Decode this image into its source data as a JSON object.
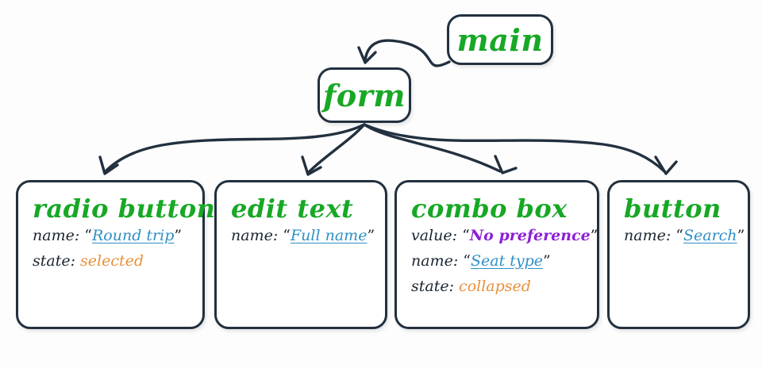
{
  "diagram": {
    "title_text_color": "#17a825",
    "link_value_color": "#2e8fc7",
    "strong_value_color": "#8b1fd6",
    "plain_value_color": "#e8903a",
    "stroke_color": "#22303f",
    "nodes": [
      {
        "id": "main",
        "label": "main",
        "props": []
      },
      {
        "id": "form",
        "label": "form",
        "props": []
      },
      {
        "id": "radio-button",
        "label": "radio button",
        "props": [
          {
            "key": "name:",
            "open_quote": "“",
            "value": "Round trip",
            "close_quote": "”",
            "style": "link"
          },
          {
            "key": "state:",
            "open_quote": "",
            "value": "selected",
            "close_quote": "",
            "style": "plain"
          }
        ]
      },
      {
        "id": "edit-text",
        "label": "edit text",
        "props": [
          {
            "key": "name:",
            "open_quote": "“",
            "value": "Full name",
            "close_quote": "”",
            "style": "link"
          }
        ]
      },
      {
        "id": "combo-box",
        "label": "combo box",
        "props": [
          {
            "key": "value:",
            "open_quote": "“",
            "value": "No preference",
            "close_quote": "”",
            "style": "strong"
          },
          {
            "key": "name:",
            "open_quote": "“",
            "value": "Seat type",
            "close_quote": "”",
            "style": "link"
          },
          {
            "key": "state:",
            "open_quote": "",
            "value": "collapsed",
            "close_quote": "",
            "style": "plain"
          }
        ]
      },
      {
        "id": "button",
        "label": "button",
        "props": [
          {
            "key": "name:",
            "open_quote": "“",
            "value": "Search",
            "close_quote": "”",
            "style": "link"
          }
        ]
      }
    ]
  }
}
